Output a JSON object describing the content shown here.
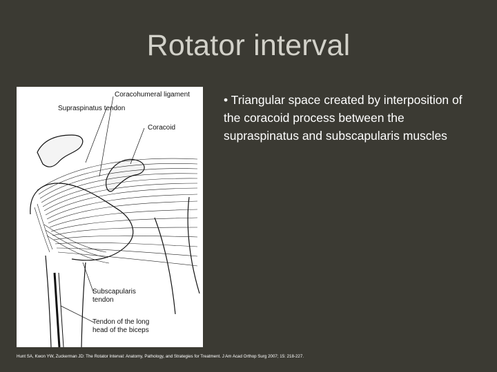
{
  "slide": {
    "title": "Rotator interval",
    "bullets": [
      "•  Triangular space created by interposition of the coracoid process between the supraspinatus and subscapularis muscles"
    ],
    "citation": "Hunt SA, Kwon YW, Zuckerman JD: The Rotator Interval: Anatomy, Pathology, and Strategies for Treatment. J Am Acad Orthop Surg 2007; 15: 218-227."
  },
  "figure": {
    "labels": {
      "coracohumeral": "Coracohumeral ligament",
      "supraspinatus": "Supraspinatus tendon",
      "coracoid": "Coracoid",
      "subscapularis_1": "Subscapularis",
      "subscapularis_2": "tendon",
      "biceps_1": "Tendon of the long",
      "biceps_2": "head of the biceps"
    }
  }
}
